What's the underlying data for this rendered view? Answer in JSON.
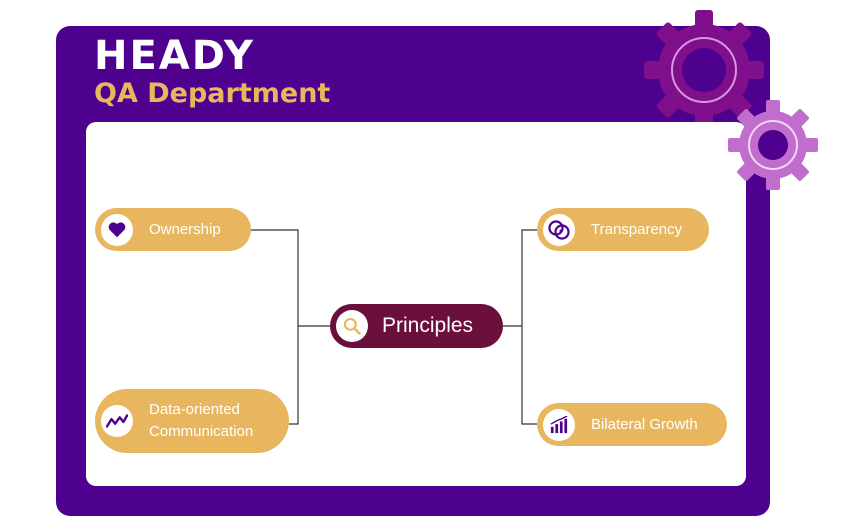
{
  "header": {
    "brand": "HEADY",
    "subtitle": "QA Department"
  },
  "diagram": {
    "center": {
      "label": "Principles",
      "icon": "magnifier-icon"
    },
    "left_nodes": [
      {
        "label": "Ownership",
        "icon": "heart-icon"
      },
      {
        "label": "Data-oriented Communication",
        "icon": "trend-line-icon"
      }
    ],
    "right_nodes": [
      {
        "label": "Transparency",
        "icon": "overlapping-circles-icon"
      },
      {
        "label": "Bilateral Growth",
        "icon": "bar-chart-growth-icon"
      }
    ]
  },
  "colors": {
    "frame": "#4e008e",
    "pill": "#e8b65f",
    "center_pill": "#6b0f3d",
    "title_accent": "#e8b65f",
    "gear_large": "#7f0f8a",
    "gear_small": "#c06dcd"
  }
}
